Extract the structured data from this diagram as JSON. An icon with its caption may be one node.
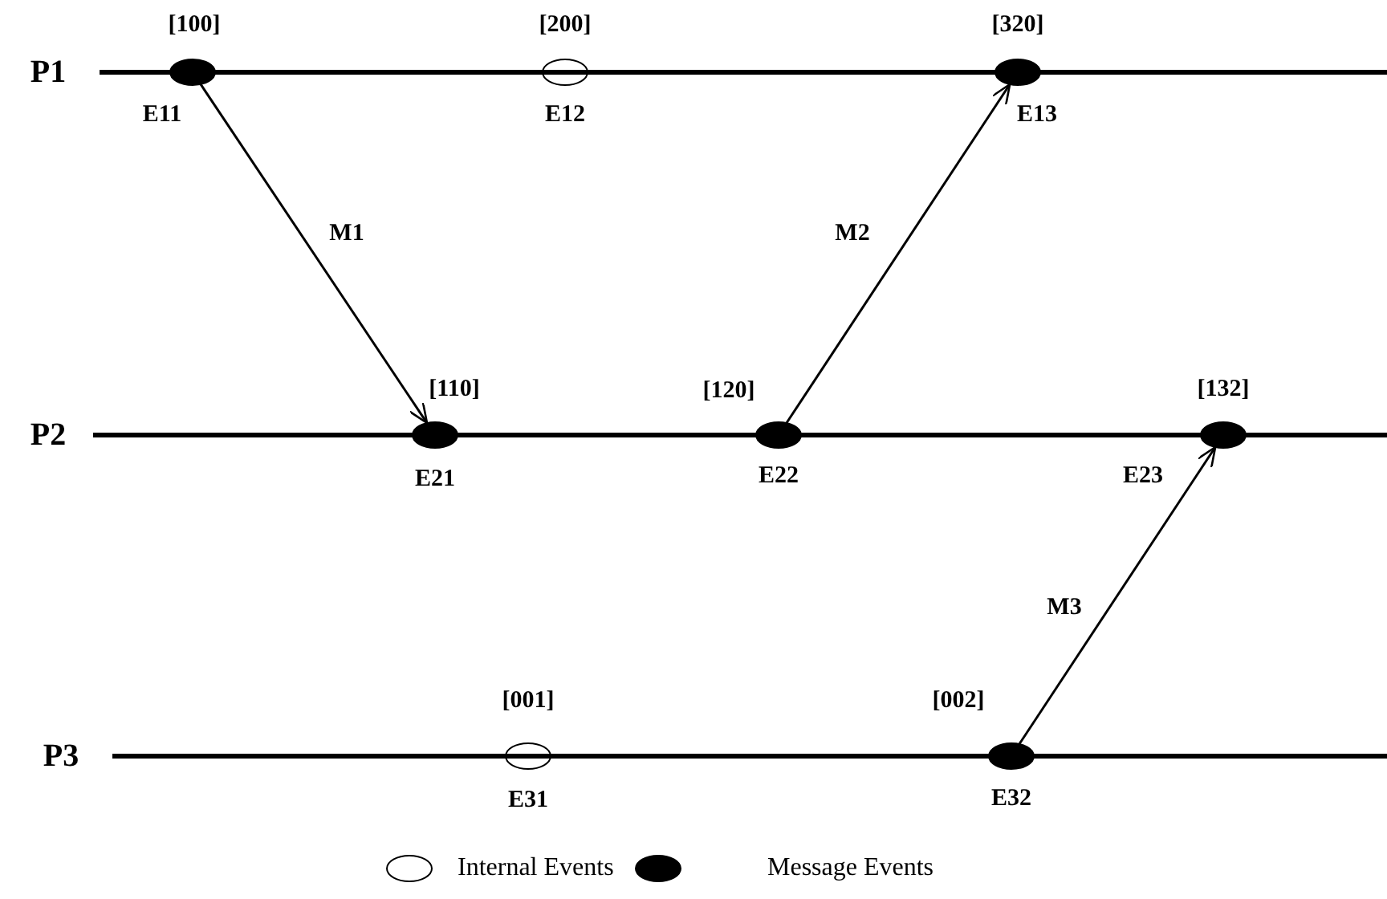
{
  "diagram": {
    "nodes": [
      {
        "text": [],
        "shape": "dot",
        "beside": [
          "[100]",
          "E11"
        ]
      },
      {
        "text": [],
        "shape": "ellipse",
        "beside": [
          "[200]",
          "E12"
        ]
      },
      {
        "text": [],
        "shape": "dot",
        "beside": [
          "[320]",
          "E13"
        ]
      },
      {
        "text": [],
        "shape": "dot",
        "beside": [
          "[110]",
          "E21"
        ]
      },
      {
        "text": [],
        "shape": "dot",
        "beside": [
          "[120]",
          "E22"
        ]
      },
      {
        "text": [],
        "shape": "dot",
        "beside": [
          "[132]",
          "E23"
        ]
      },
      {
        "text": [],
        "shape": "ellipse",
        "beside": [
          "[001]",
          "E31"
        ]
      },
      {
        "text": [],
        "shape": "dot",
        "beside": [
          "[002]",
          "E32"
        ]
      }
    ],
    "edges": [
      {
        "from": 0,
        "to": 3,
        "arrow": "to",
        "label": "M1"
      },
      {
        "from": 4,
        "to": 2,
        "arrow": "to",
        "label": "M2"
      },
      {
        "from": 7,
        "to": 5,
        "arrow": "to",
        "label": "M3"
      }
    ],
    "labels": [
      "P1",
      "P2",
      "P3"
    ],
    "legend": [
      {
        "text": "Internal Events"
      },
      {
        "text": "Message Events"
      }
    ]
  }
}
